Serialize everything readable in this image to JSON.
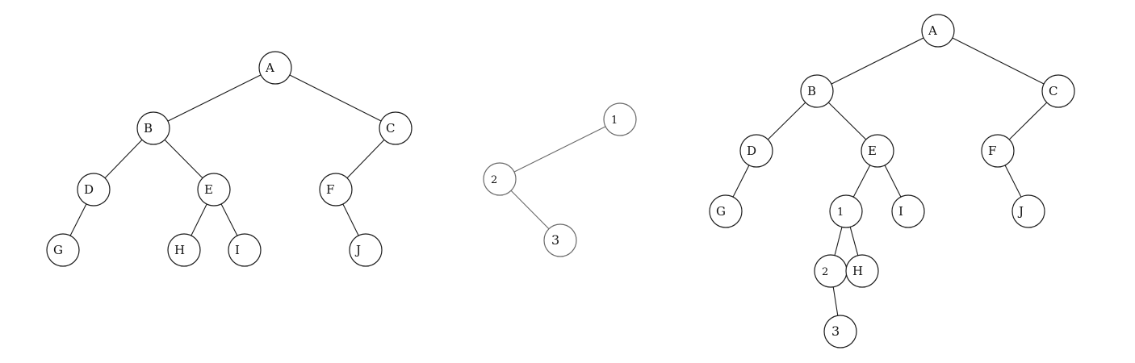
{
  "diagrams": [
    {
      "id": "tree-left",
      "nodes": [
        {
          "id": "A",
          "label": "A"
        },
        {
          "id": "B",
          "label": "B"
        },
        {
          "id": "C",
          "label": "C"
        },
        {
          "id": "D",
          "label": "D"
        },
        {
          "id": "E",
          "label": "E"
        },
        {
          "id": "F",
          "label": "F"
        },
        {
          "id": "G",
          "label": "G"
        },
        {
          "id": "H",
          "label": "H"
        },
        {
          "id": "I",
          "label": "I"
        },
        {
          "id": "J",
          "label": "J"
        }
      ],
      "edges": [
        [
          "A",
          "B"
        ],
        [
          "A",
          "C"
        ],
        [
          "B",
          "D"
        ],
        [
          "B",
          "E"
        ],
        [
          "C",
          "F"
        ],
        [
          "D",
          "G"
        ],
        [
          "E",
          "H"
        ],
        [
          "E",
          "I"
        ],
        [
          "F",
          "J"
        ]
      ]
    },
    {
      "id": "tree-middle",
      "nodes": [
        {
          "id": "1",
          "label": "1"
        },
        {
          "id": "2",
          "label": "2"
        },
        {
          "id": "3",
          "label": "3"
        }
      ],
      "edges": [
        [
          "1",
          "2"
        ],
        [
          "2",
          "3"
        ]
      ]
    },
    {
      "id": "tree-right",
      "nodes": [
        {
          "id": "A",
          "label": "A"
        },
        {
          "id": "B",
          "label": "B"
        },
        {
          "id": "C",
          "label": "C"
        },
        {
          "id": "D",
          "label": "D"
        },
        {
          "id": "E",
          "label": "E"
        },
        {
          "id": "F",
          "label": "F"
        },
        {
          "id": "G",
          "label": "G"
        },
        {
          "id": "1",
          "label": "1"
        },
        {
          "id": "I",
          "label": "I"
        },
        {
          "id": "J",
          "label": "J"
        },
        {
          "id": "2",
          "label": "2"
        },
        {
          "id": "H",
          "label": "H"
        },
        {
          "id": "3",
          "label": "3"
        }
      ],
      "edges": [
        [
          "A",
          "B"
        ],
        [
          "A",
          "C"
        ],
        [
          "B",
          "D"
        ],
        [
          "B",
          "E"
        ],
        [
          "C",
          "F"
        ],
        [
          "D",
          "G"
        ],
        [
          "E",
          "1"
        ],
        [
          "E",
          "I"
        ],
        [
          "F",
          "J"
        ],
        [
          "1",
          "2"
        ],
        [
          "1",
          "H"
        ],
        [
          "2",
          "3"
        ]
      ]
    }
  ]
}
